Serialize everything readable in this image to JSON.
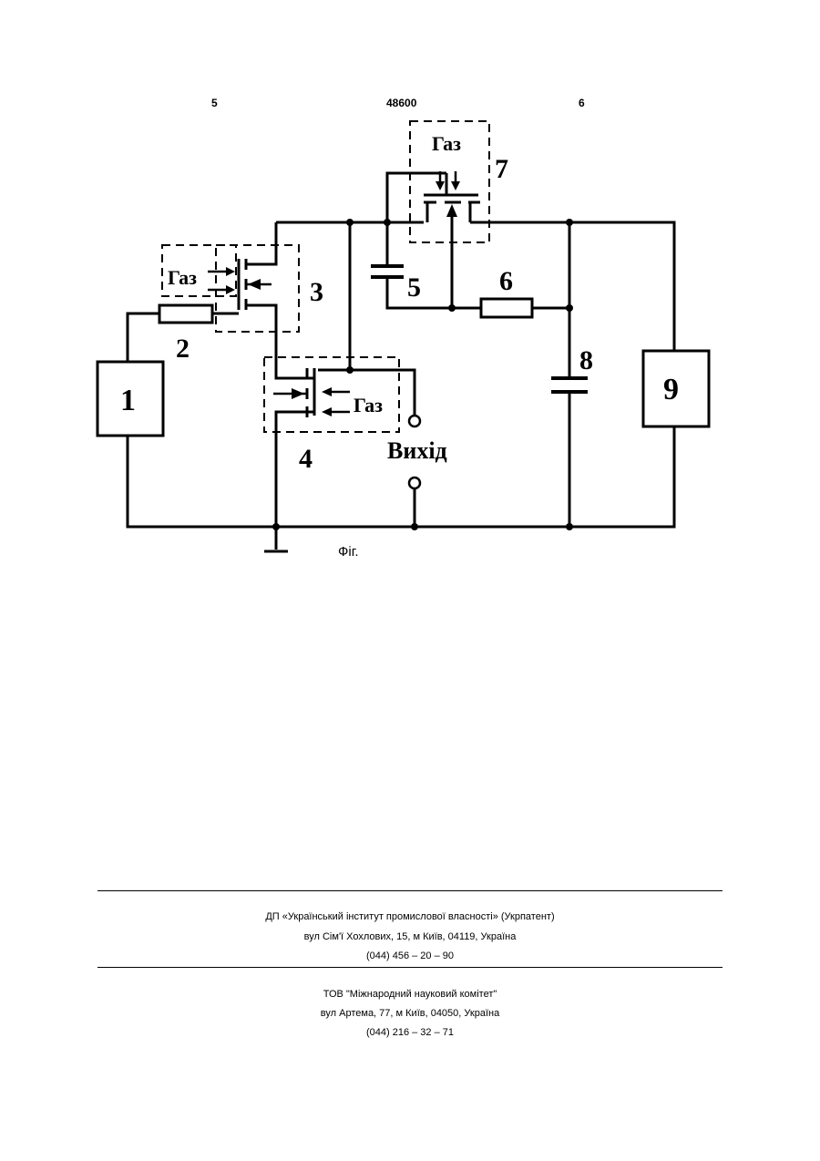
{
  "header": {
    "page_left": "5",
    "patent_number": "48600",
    "page_right": "6"
  },
  "figure": {
    "gas_label": "Газ",
    "output_label": "Вихід",
    "caption": "Фіг.",
    "component_numbers": [
      "1",
      "2",
      "3",
      "4",
      "5",
      "6",
      "7",
      "8",
      "9"
    ]
  },
  "footer": {
    "publisher": {
      "name": "ДП «Український інститут промислової власності» (Укрпатент)",
      "address": "вул  Сім'ї Хохлових, 15, м  Київ, 04119, Україна",
      "phone": "(044) 456 – 20 –  90"
    },
    "printer": {
      "name": "ТОВ \"Міжнародний науковий комітет\"",
      "address": "вул  Артема, 77, м  Київ, 04050, Україна",
      "phone": "(044) 216 – 32 – 71"
    }
  }
}
